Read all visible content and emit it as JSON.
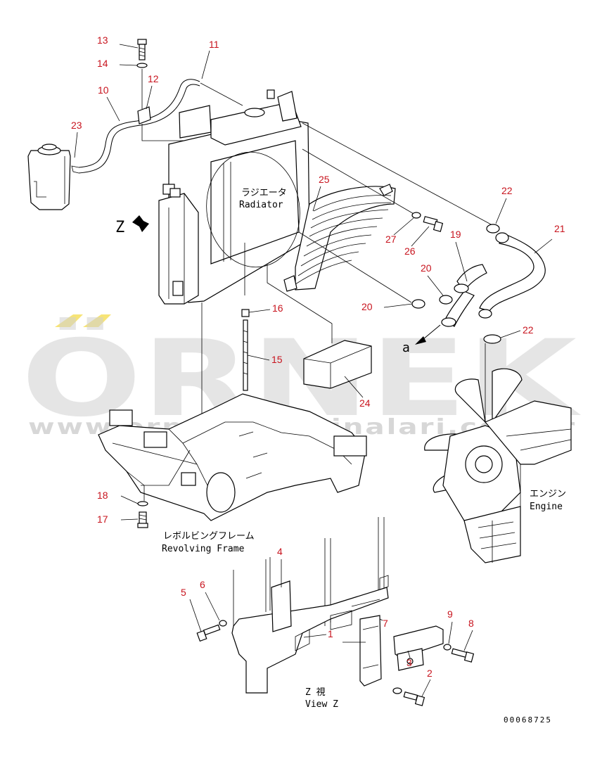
{
  "callouts": [
    {
      "id": "13",
      "label": "13"
    },
    {
      "id": "14",
      "label": "14"
    },
    {
      "id": "12",
      "label": "12"
    },
    {
      "id": "11",
      "label": "11"
    },
    {
      "id": "10",
      "label": "10"
    },
    {
      "id": "23",
      "label": "23"
    },
    {
      "id": "25",
      "label": "25"
    },
    {
      "id": "22a",
      "label": "22"
    },
    {
      "id": "21",
      "label": "21"
    },
    {
      "id": "27",
      "label": "27"
    },
    {
      "id": "26",
      "label": "26"
    },
    {
      "id": "19",
      "label": "19"
    },
    {
      "id": "20a",
      "label": "20"
    },
    {
      "id": "20b",
      "label": "20"
    },
    {
      "id": "16",
      "label": "16"
    },
    {
      "id": "22b",
      "label": "22"
    },
    {
      "id": "15",
      "label": "15"
    },
    {
      "id": "24",
      "label": "24"
    },
    {
      "id": "18",
      "label": "18"
    },
    {
      "id": "17",
      "label": "17"
    },
    {
      "id": "4",
      "label": "4"
    },
    {
      "id": "5",
      "label": "5"
    },
    {
      "id": "6",
      "label": "6"
    },
    {
      "id": "1",
      "label": "1"
    },
    {
      "id": "7",
      "label": "7"
    },
    {
      "id": "9",
      "label": "9"
    },
    {
      "id": "8",
      "label": "8"
    },
    {
      "id": "3",
      "label": "3"
    },
    {
      "id": "2",
      "label": "2"
    }
  ],
  "labels": {
    "radiator_jp": "ラジエータ",
    "radiator_en": "Radiator",
    "engine_jp": "エンジン",
    "engine_en": "Engine",
    "frame_jp": "レボルビングフレーム",
    "frame_en": "Revolving Frame",
    "view_jp": "Z  視",
    "view_en": "View Z",
    "view_arrow": "Z",
    "arrow_a": "a",
    "drawing_number": "00068725"
  },
  "watermark": {
    "brand": "ÖRNEK",
    "url": "www.ornekismakinalari.com.tr",
    "accent_color": "#f2d21b"
  },
  "colors": {
    "callout": "#c8141e",
    "line": "#000000"
  }
}
